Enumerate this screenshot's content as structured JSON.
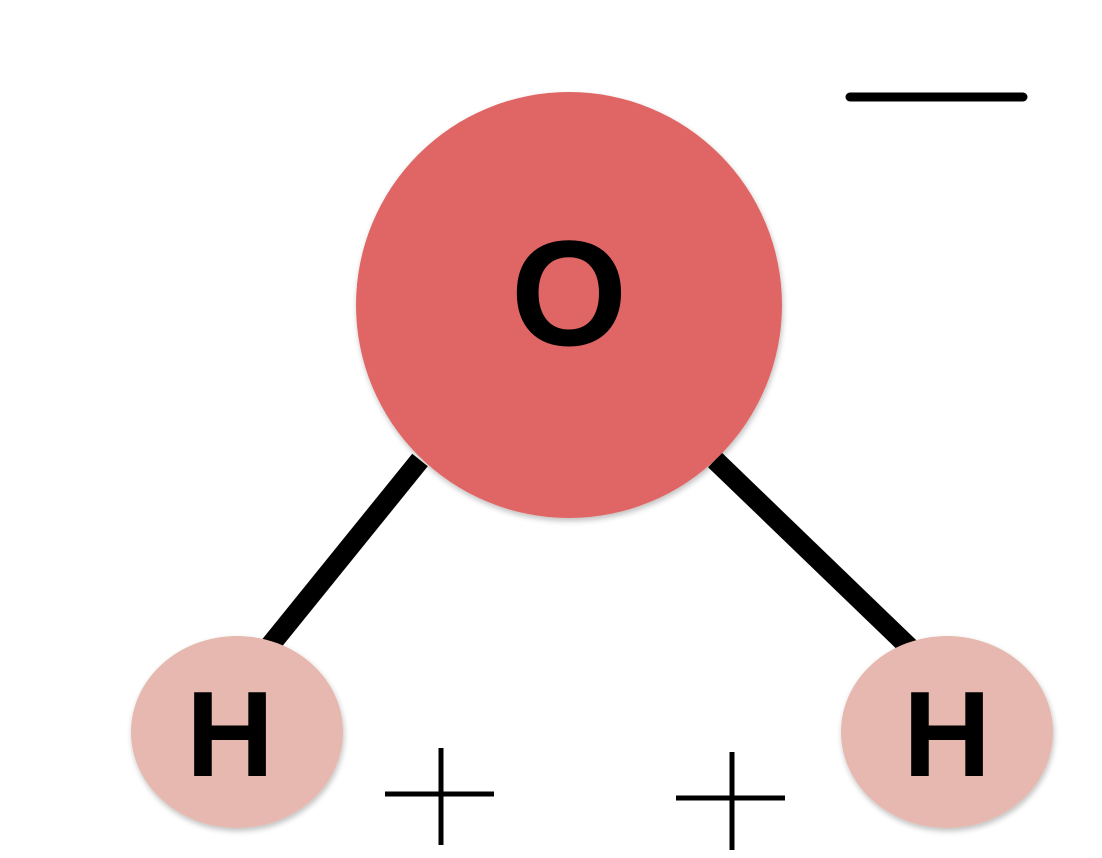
{
  "colors": {
    "oxygen": "#e06666",
    "hydrogen": "#e6b8af",
    "bond": "#000000",
    "charge": "#000000",
    "background": "#ffffff"
  },
  "atoms": {
    "oxygen": {
      "symbol": "O"
    },
    "hydrogen_left": {
      "symbol": "H"
    },
    "hydrogen_right": {
      "symbol": "H"
    }
  },
  "charges": {
    "oxygen": "negative",
    "hydrogen_left": "positive",
    "hydrogen_right": "positive"
  }
}
